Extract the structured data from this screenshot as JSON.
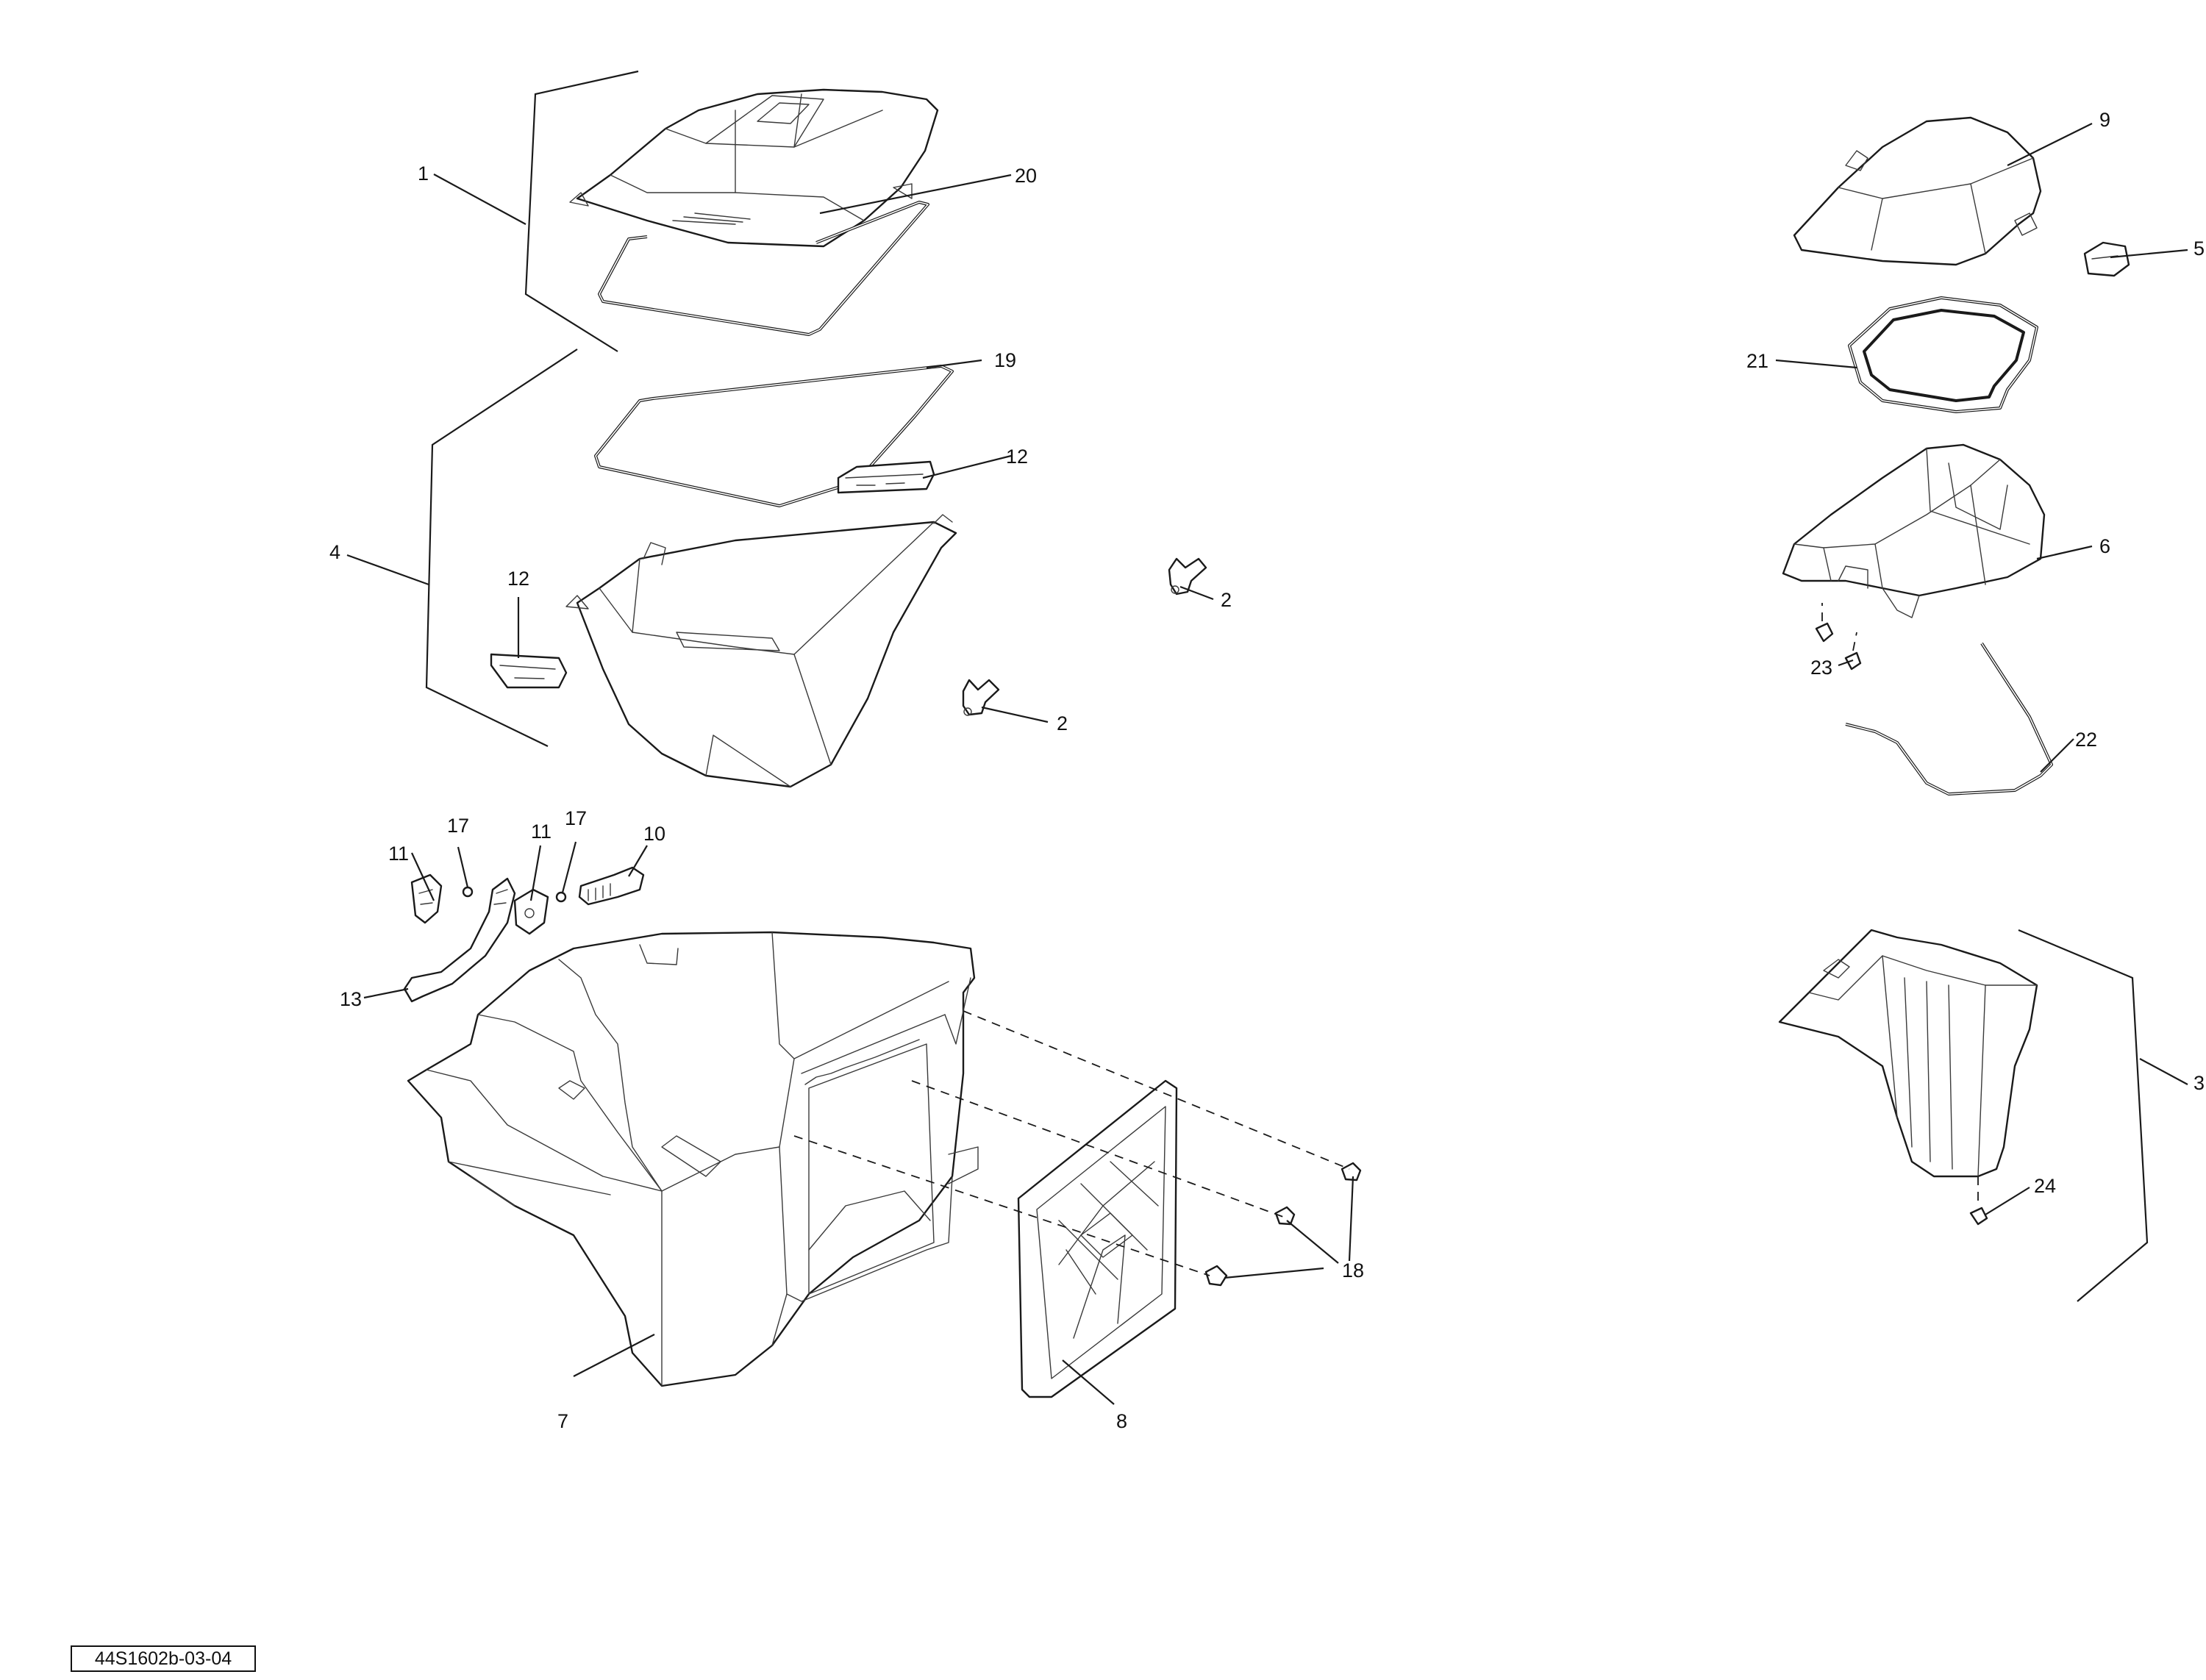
{
  "callouts": {
    "c1": "1",
    "c20": "20",
    "c19": "19",
    "c12a": "12",
    "c12b": "12",
    "c4": "4",
    "c2a": "2",
    "c2b": "2",
    "c9": "9",
    "c5": "5",
    "c21": "21",
    "c6": "6",
    "c23": "23",
    "c22": "22",
    "c17a": "17",
    "c17b": "17",
    "c11a": "11",
    "c11b": "11",
    "c10": "10",
    "c13": "13",
    "c3": "3",
    "c24": "24",
    "c18": "18",
    "c7": "7",
    "c8": "8"
  },
  "reference_code": "44S1602b-03-04"
}
